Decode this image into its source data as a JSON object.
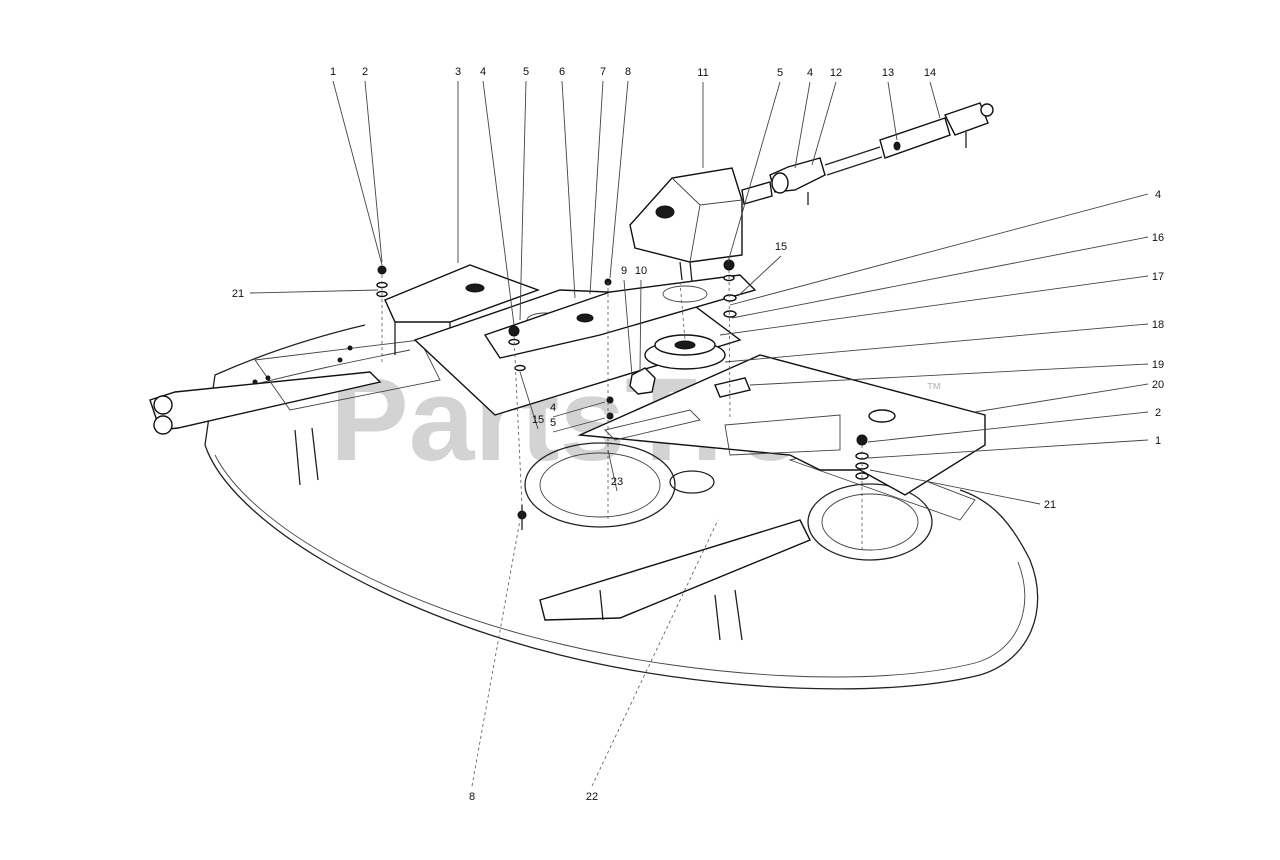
{
  "watermark": {
    "text": "PartsTree",
    "trademark": "™"
  },
  "callouts": [
    "1",
    "2",
    "3",
    "4",
    "5",
    "6",
    "7",
    "8",
    "9",
    "10",
    "11",
    "5",
    "4",
    "12",
    "13",
    "14",
    "4",
    "16",
    "17",
    "18",
    "19",
    "20",
    "2",
    "1",
    "21",
    "15",
    "21",
    "15",
    "4",
    "5",
    "23",
    "8",
    "22"
  ]
}
